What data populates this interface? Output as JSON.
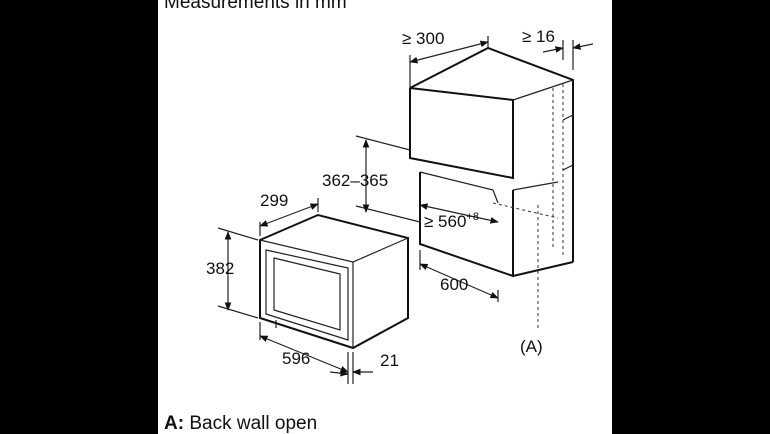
{
  "title": "Measurements in mm",
  "footer": {
    "key": "A:",
    "text": "Back wall open"
  },
  "dimensions": {
    "cabinet_depth": "≥ 300",
    "cabinet_gap": "≥ 16",
    "niche_height": "362–365",
    "niche_width": "≥ 560",
    "niche_width_tolerance": "+8",
    "niche_depth": "600",
    "appliance_depth": "299",
    "appliance_height": "382",
    "appliance_width": "596",
    "appliance_front": "21",
    "back_wall_label": "(A)"
  },
  "colors": {
    "background": "#000000",
    "panel": "#ffffff",
    "line": "#222222"
  }
}
